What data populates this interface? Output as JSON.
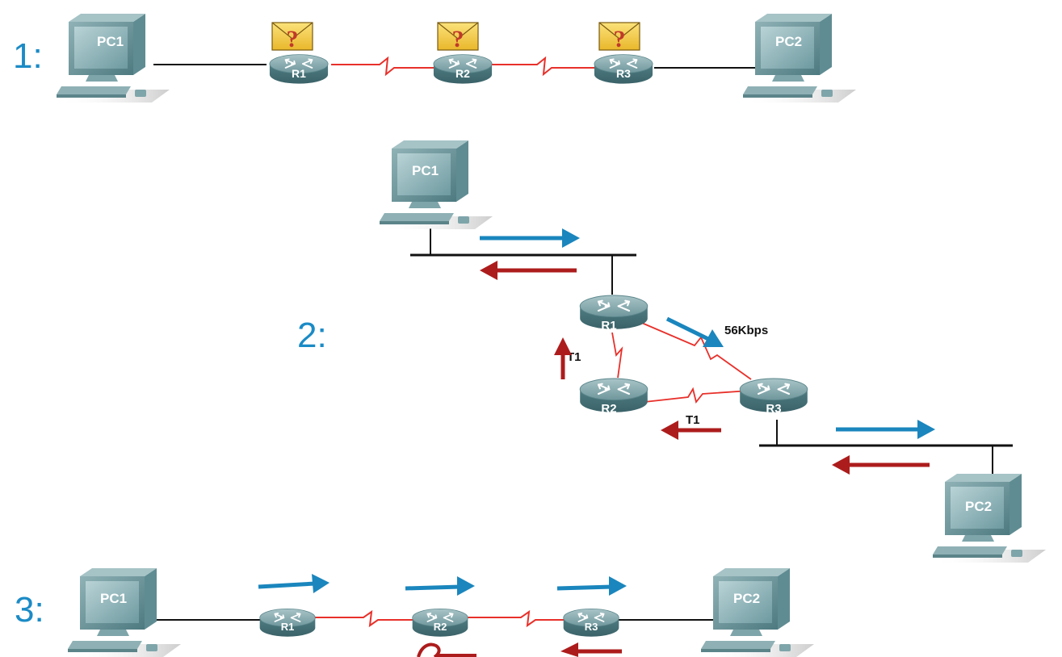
{
  "scenarios": {
    "s1": {
      "number": "1:"
    },
    "s2": {
      "number": "2:"
    },
    "s3": {
      "number": "3:"
    }
  },
  "devices": {
    "pc1": "PC1",
    "pc2": "PC2",
    "r1": "R1",
    "r2": "R2",
    "r3": "R3"
  },
  "links": {
    "r1_r3_speed": "56Kbps",
    "r1_r2_speed": "T1",
    "r2_r3_speed": "T1"
  },
  "colors": {
    "scenario_number": "#1b8bc6",
    "forward_arrow": "#1a86bd",
    "return_arrow": "#ad1c1c",
    "serial_link": "#e8302a",
    "ethernet_link": "#111111",
    "envelope": "#f4c430",
    "question_mark": "#c0392b"
  },
  "icons": [
    "pc-icon",
    "router-icon",
    "envelope-question-icon",
    "arrow-forward-icon",
    "arrow-return-icon"
  ]
}
